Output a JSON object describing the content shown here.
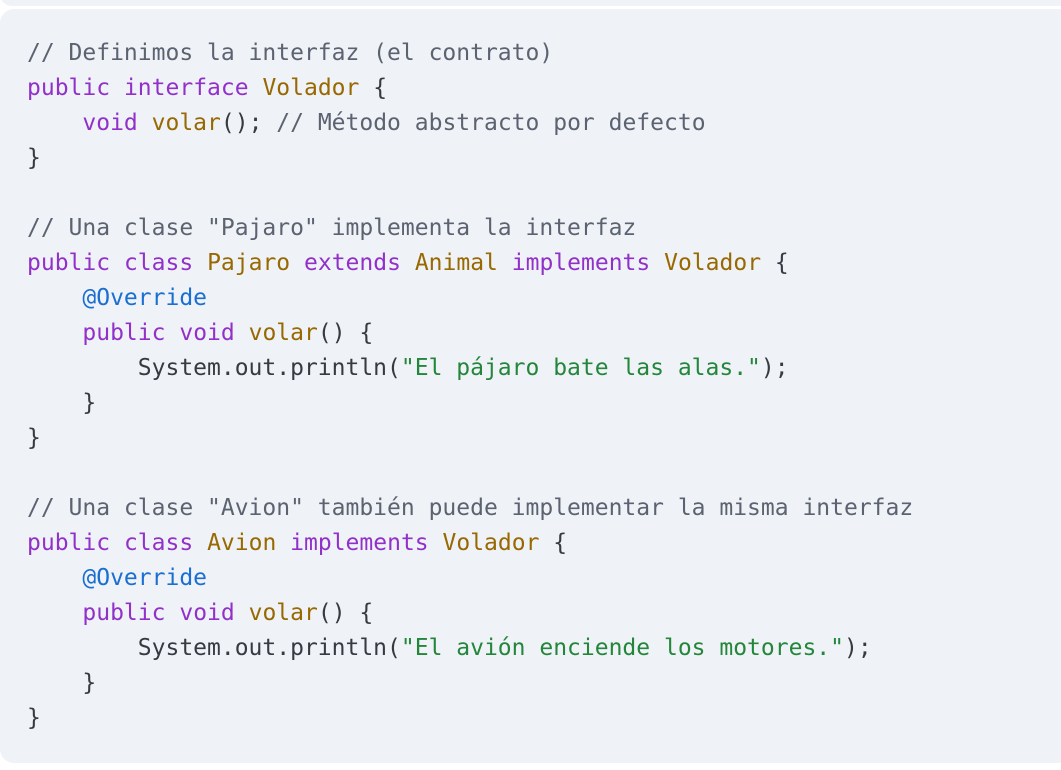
{
  "colors": {
    "background": "#eff2f7",
    "comment": "#5c6370",
    "keyword": "#9231c9",
    "type": "#986801",
    "annotation": "#1a6fd1",
    "string": "#23863a",
    "plain": "#383a42"
  },
  "code": {
    "language": "java",
    "lines": [
      [
        {
          "t": "comment",
          "v": "// Definimos la interfaz (el contrato)"
        }
      ],
      [
        {
          "t": "keyword",
          "v": "public"
        },
        {
          "t": "plain",
          "v": " "
        },
        {
          "t": "keyword",
          "v": "interface"
        },
        {
          "t": "plain",
          "v": " "
        },
        {
          "t": "type",
          "v": "Volador"
        },
        {
          "t": "plain",
          "v": " {"
        }
      ],
      [
        {
          "t": "plain",
          "v": "    "
        },
        {
          "t": "keyword",
          "v": "void"
        },
        {
          "t": "plain",
          "v": " "
        },
        {
          "t": "fn",
          "v": "volar"
        },
        {
          "t": "plain",
          "v": "(); "
        },
        {
          "t": "comment",
          "v": "// Método abstracto por defecto"
        }
      ],
      [
        {
          "t": "plain",
          "v": "}"
        }
      ],
      [
        {
          "t": "plain",
          "v": ""
        }
      ],
      [
        {
          "t": "comment",
          "v": "// Una clase \"Pajaro\" implementa la interfaz"
        }
      ],
      [
        {
          "t": "keyword",
          "v": "public"
        },
        {
          "t": "plain",
          "v": " "
        },
        {
          "t": "keyword",
          "v": "class"
        },
        {
          "t": "plain",
          "v": " "
        },
        {
          "t": "type",
          "v": "Pajaro"
        },
        {
          "t": "plain",
          "v": " "
        },
        {
          "t": "keyword",
          "v": "extends"
        },
        {
          "t": "plain",
          "v": " "
        },
        {
          "t": "type",
          "v": "Animal"
        },
        {
          "t": "plain",
          "v": " "
        },
        {
          "t": "keyword",
          "v": "implements"
        },
        {
          "t": "plain",
          "v": " "
        },
        {
          "t": "type",
          "v": "Volador"
        },
        {
          "t": "plain",
          "v": " {"
        }
      ],
      [
        {
          "t": "plain",
          "v": "    "
        },
        {
          "t": "annotation",
          "v": "@Override"
        }
      ],
      [
        {
          "t": "plain",
          "v": "    "
        },
        {
          "t": "keyword",
          "v": "public"
        },
        {
          "t": "plain",
          "v": " "
        },
        {
          "t": "keyword",
          "v": "void"
        },
        {
          "t": "plain",
          "v": " "
        },
        {
          "t": "fn",
          "v": "volar"
        },
        {
          "t": "plain",
          "v": "() {"
        }
      ],
      [
        {
          "t": "plain",
          "v": "        System.out.println("
        },
        {
          "t": "string",
          "v": "\"El pájaro bate las alas.\""
        },
        {
          "t": "plain",
          "v": ");"
        }
      ],
      [
        {
          "t": "plain",
          "v": "    }"
        }
      ],
      [
        {
          "t": "plain",
          "v": "}"
        }
      ],
      [
        {
          "t": "plain",
          "v": ""
        }
      ],
      [
        {
          "t": "comment",
          "v": "// Una clase \"Avion\" también puede implementar la misma interfaz"
        }
      ],
      [
        {
          "t": "keyword",
          "v": "public"
        },
        {
          "t": "plain",
          "v": " "
        },
        {
          "t": "keyword",
          "v": "class"
        },
        {
          "t": "plain",
          "v": " "
        },
        {
          "t": "type",
          "v": "Avion"
        },
        {
          "t": "plain",
          "v": " "
        },
        {
          "t": "keyword",
          "v": "implements"
        },
        {
          "t": "plain",
          "v": " "
        },
        {
          "t": "type",
          "v": "Volador"
        },
        {
          "t": "plain",
          "v": " {"
        }
      ],
      [
        {
          "t": "plain",
          "v": "    "
        },
        {
          "t": "annotation",
          "v": "@Override"
        }
      ],
      [
        {
          "t": "plain",
          "v": "    "
        },
        {
          "t": "keyword",
          "v": "public"
        },
        {
          "t": "plain",
          "v": " "
        },
        {
          "t": "keyword",
          "v": "void"
        },
        {
          "t": "plain",
          "v": " "
        },
        {
          "t": "fn",
          "v": "volar"
        },
        {
          "t": "plain",
          "v": "() {"
        }
      ],
      [
        {
          "t": "plain",
          "v": "        System.out.println("
        },
        {
          "t": "string",
          "v": "\"El avión enciende los motores.\""
        },
        {
          "t": "plain",
          "v": ");"
        }
      ],
      [
        {
          "t": "plain",
          "v": "    }"
        }
      ],
      [
        {
          "t": "plain",
          "v": "}"
        }
      ]
    ]
  }
}
